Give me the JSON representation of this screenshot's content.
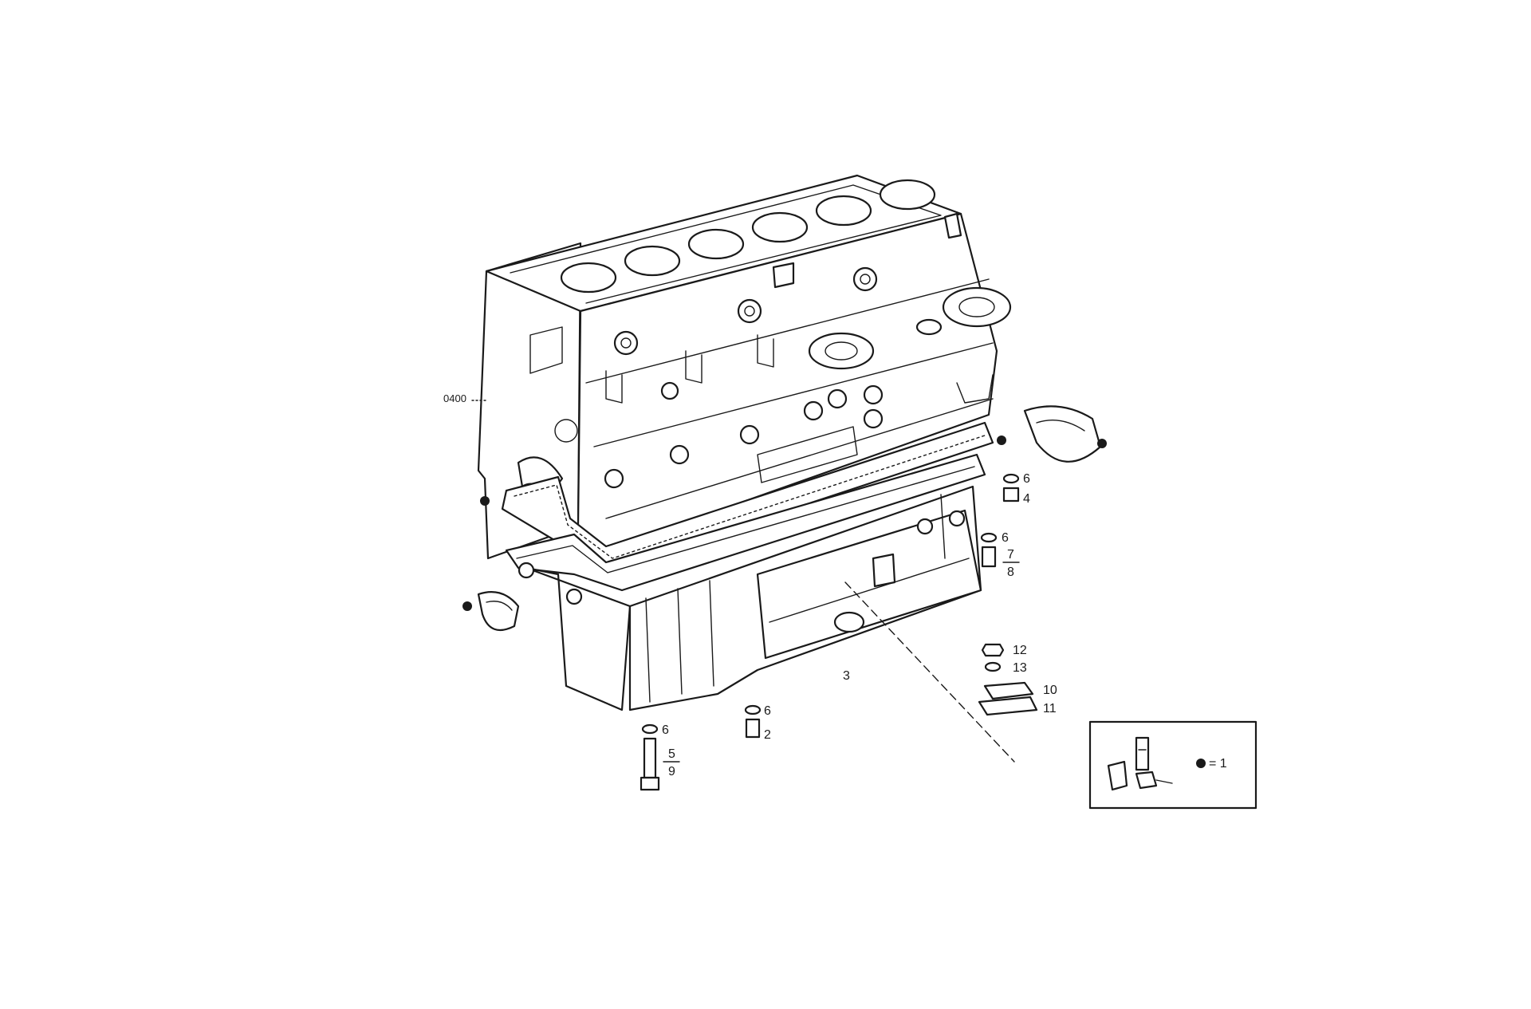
{
  "diagram": {
    "reference_code": "0400",
    "callouts": [
      {
        "id": "c6a",
        "text": "6"
      },
      {
        "id": "c4",
        "text": "4"
      },
      {
        "id": "c6b",
        "text": "6"
      },
      {
        "id": "c7",
        "text": "7"
      },
      {
        "id": "c8",
        "text": "8"
      },
      {
        "id": "c12",
        "text": "12"
      },
      {
        "id": "c13",
        "text": "13"
      },
      {
        "id": "c10",
        "text": "10"
      },
      {
        "id": "c11",
        "text": "11"
      },
      {
        "id": "c3",
        "text": "3"
      },
      {
        "id": "c6c",
        "text": "6"
      },
      {
        "id": "c2",
        "text": "2"
      },
      {
        "id": "c6d",
        "text": "6"
      },
      {
        "id": "c5",
        "text": "5"
      },
      {
        "id": "c9",
        "text": "9"
      }
    ],
    "legend": {
      "symbol_text": "= 1"
    }
  }
}
